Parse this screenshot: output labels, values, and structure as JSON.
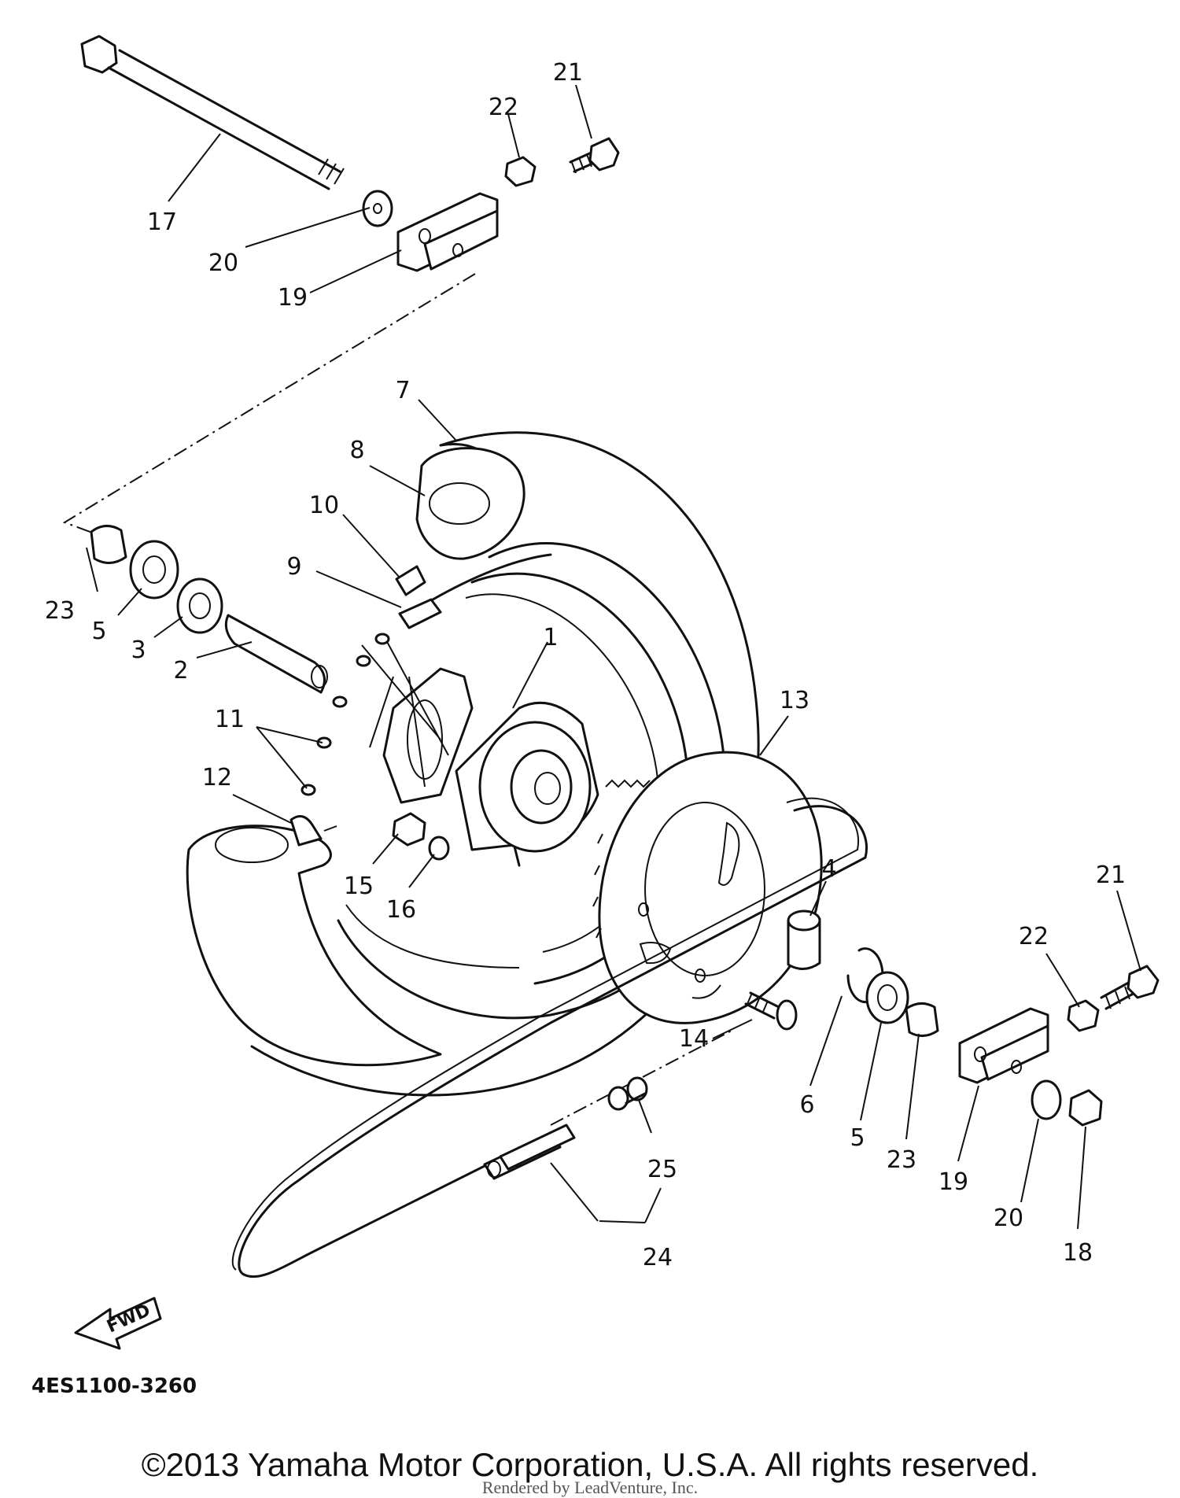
{
  "diagram": {
    "part_code": "4ES1100-3260",
    "direction_label": "FWD",
    "callouts": {
      "c1": "1",
      "c2": "2",
      "c3": "3",
      "c4": "4",
      "c5a": "5",
      "c5b": "5",
      "c6": "6",
      "c7": "7",
      "c8": "8",
      "c9": "9",
      "c10": "10",
      "c11": "11",
      "c12": "12",
      "c13": "13",
      "c14": "14",
      "c15": "15",
      "c16": "16",
      "c17": "17",
      "c18": "18",
      "c19a": "19",
      "c19b": "19",
      "c20a": "20",
      "c20b": "20",
      "c21a": "21",
      "c21b": "21",
      "c22a": "22",
      "c22b": "22",
      "c23a": "23",
      "c23b": "23",
      "c24": "24",
      "c25": "25"
    }
  },
  "footer": {
    "copyright": "©2013 Yamaha Motor Corporation, U.S.A. All rights reserved.",
    "rendered_by": "Rendered by LeadVenture, Inc."
  }
}
